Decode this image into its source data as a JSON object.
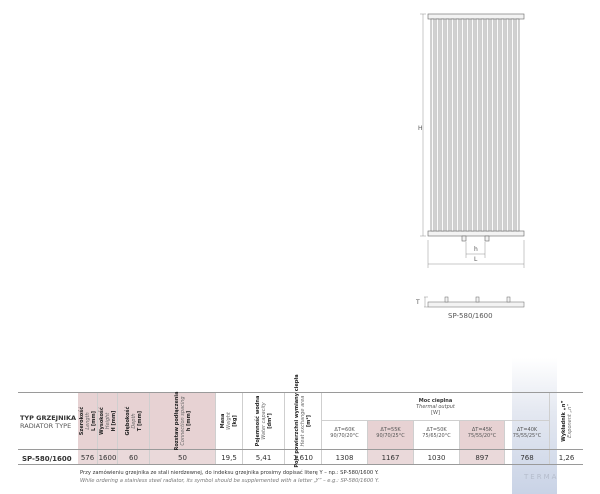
{
  "drawing": {
    "dims": {
      "height": "H",
      "length": "L",
      "spacing": "h",
      "depth": "T"
    },
    "caption": "SP-580/1600"
  },
  "table": {
    "type_label": "TYP GRZEJNIKA",
    "type_label_en": "RADIATOR TYPE",
    "headers": [
      {
        "pl": "Szerokość",
        "en": "Length",
        "unit": "L [mm]"
      },
      {
        "pl": "Wysokość",
        "en": "Height",
        "unit": "H [mm]"
      },
      {
        "pl": "Głębokość",
        "en": "Depth",
        "unit": "T [mm]"
      },
      {
        "pl": "Rozstaw podłączenia",
        "en": "Connection spacing",
        "unit": "h [mm]"
      },
      {
        "pl": "Masa",
        "en": "Weight",
        "unit": "[kg]"
      },
      {
        "pl": "Pojemność wodna",
        "en": "Water capacity",
        "unit": "[dm³]"
      },
      {
        "pl": "Pole powierzchni wymiany ciepła",
        "en": "Heat exchange area",
        "unit": "[m²]"
      }
    ],
    "heat_output": {
      "pl": "Moc cieplna",
      "en": "Thermal output",
      "unit": "[W]"
    },
    "heat_columns": [
      {
        "dt": "ΔT=60K",
        "cond": "90/70/20°C"
      },
      {
        "dt": "ΔT=55K",
        "cond": "90/70/25°C"
      },
      {
        "dt": "ΔT=50K",
        "cond": "75/65/20°C"
      },
      {
        "dt": "ΔT=45K",
        "cond": "75/55/20°C"
      },
      {
        "dt": "ΔT=40K",
        "cond": "75/55/25°C"
      }
    ],
    "exponent": {
      "pl": "Wykładnik „n”",
      "en": "Exponent „n”"
    },
    "row": {
      "model": "SP-580/1600",
      "values": [
        "576",
        "1600",
        "60",
        "50",
        "19,5",
        "5,41",
        "1,610",
        "1308",
        "1167",
        "1030",
        "897",
        "768",
        "1,26"
      ]
    },
    "note_pl": "Przy zamówieniu grzejnika ze stali nierdzewnej, do indeksu grzejnika prosimy dopisać literę Y – np.: SP-580/1600 Y.",
    "note_en": "While ordering a stainless steel radiator, its symbol should be supplemented with a letter „Y” – e.g.: SP-580/1600 Y."
  },
  "brand": "TERMA",
  "colors": {
    "shaded": "#ead9da",
    "shaded_header": "#e7d2d3",
    "border": "#9a9a9a"
  }
}
